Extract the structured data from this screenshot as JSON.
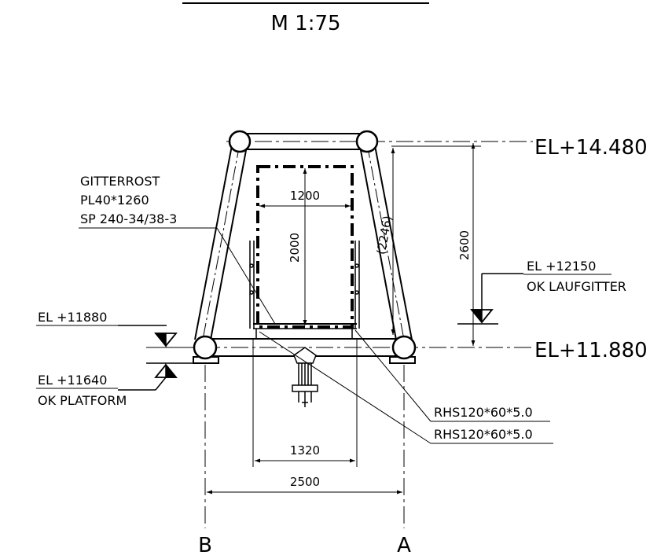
{
  "scale": "M 1:75",
  "elevations": {
    "top_right": "EL+14.480",
    "bottom_right": "EL+11.880",
    "el_12150": "EL +12150",
    "ok_laufgitter": "OK LAUFGITTER",
    "el_11880": "EL +11880",
    "el_11640": "EL +11640",
    "ok_platform": "OK PLATFORM"
  },
  "labels": {
    "gitterrost_1": "GITTERROST",
    "gitterrost_2": "PL40*1260",
    "gitterrost_3": "SP 240-34/38-3",
    "rhs_upper": "RHS120*60*5.0",
    "rhs_lower": "RHS120*60*5.0"
  },
  "dimensions": {
    "width_1200": "1200",
    "height_2000": "2000",
    "diag_2246": "(2246)",
    "height_2600": "2600",
    "width_1320": "1320",
    "width_2500": "2500"
  },
  "axes": {
    "left": "B",
    "right": "A"
  }
}
